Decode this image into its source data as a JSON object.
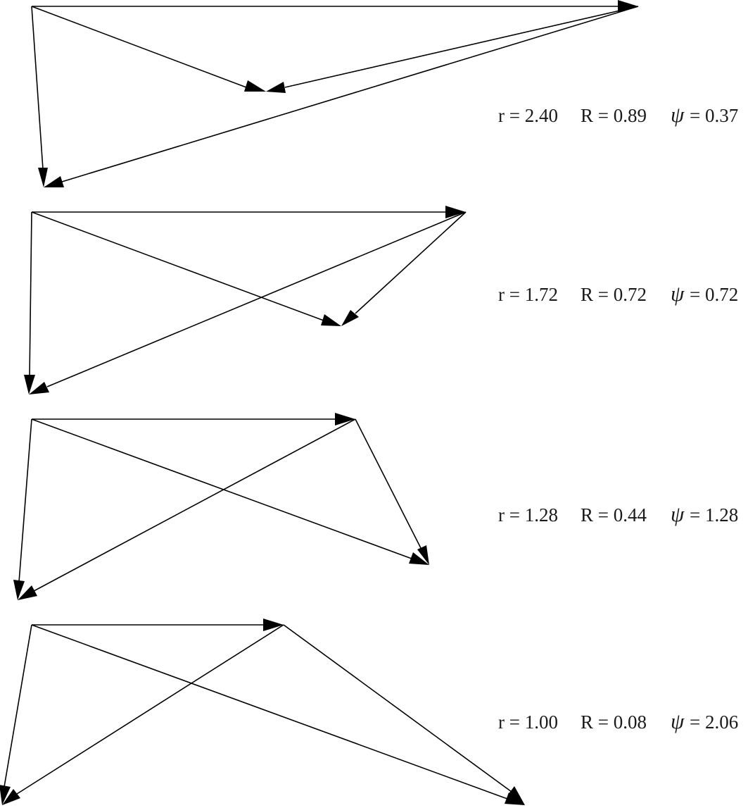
{
  "panels": [
    {
      "r_text": "r = 2.40",
      "R_text": "R = 0.89",
      "psi_symbol": "ψ",
      "psi_text": "= 0.37"
    },
    {
      "r_text": "r = 1.72",
      "R_text": "R = 0.72",
      "psi_symbol": "ψ",
      "psi_text": "= 0.72"
    },
    {
      "r_text": "r = 1.28",
      "R_text": "R = 0.44",
      "psi_symbol": "ψ",
      "psi_text": "= 1.28"
    },
    {
      "r_text": "r = 1.00",
      "R_text": "R = 0.08",
      "psi_symbol": "ψ",
      "psi_text": "= 2.06"
    }
  ],
  "colors": {
    "stroke": "#000000",
    "text": "#1a1a1a"
  }
}
